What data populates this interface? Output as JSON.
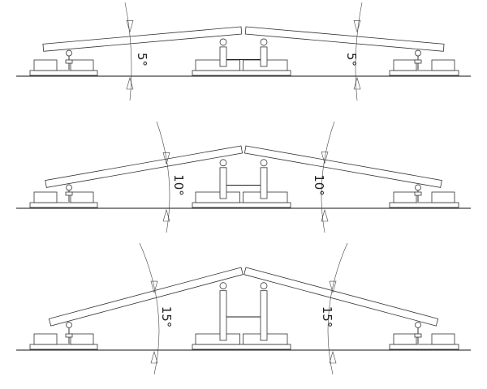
{
  "diagram": {
    "title": "Solar panel mounting tilt configurations",
    "rows": [
      {
        "tilt_deg": 5,
        "left_label": "5°",
        "right_label": "5°"
      },
      {
        "tilt_deg": 10,
        "left_label": "10°",
        "right_label": "10°"
      },
      {
        "tilt_deg": 15,
        "left_label": "15°",
        "right_label": "15°"
      }
    ],
    "line_color": "#222222",
    "background": "#ffffff"
  }
}
